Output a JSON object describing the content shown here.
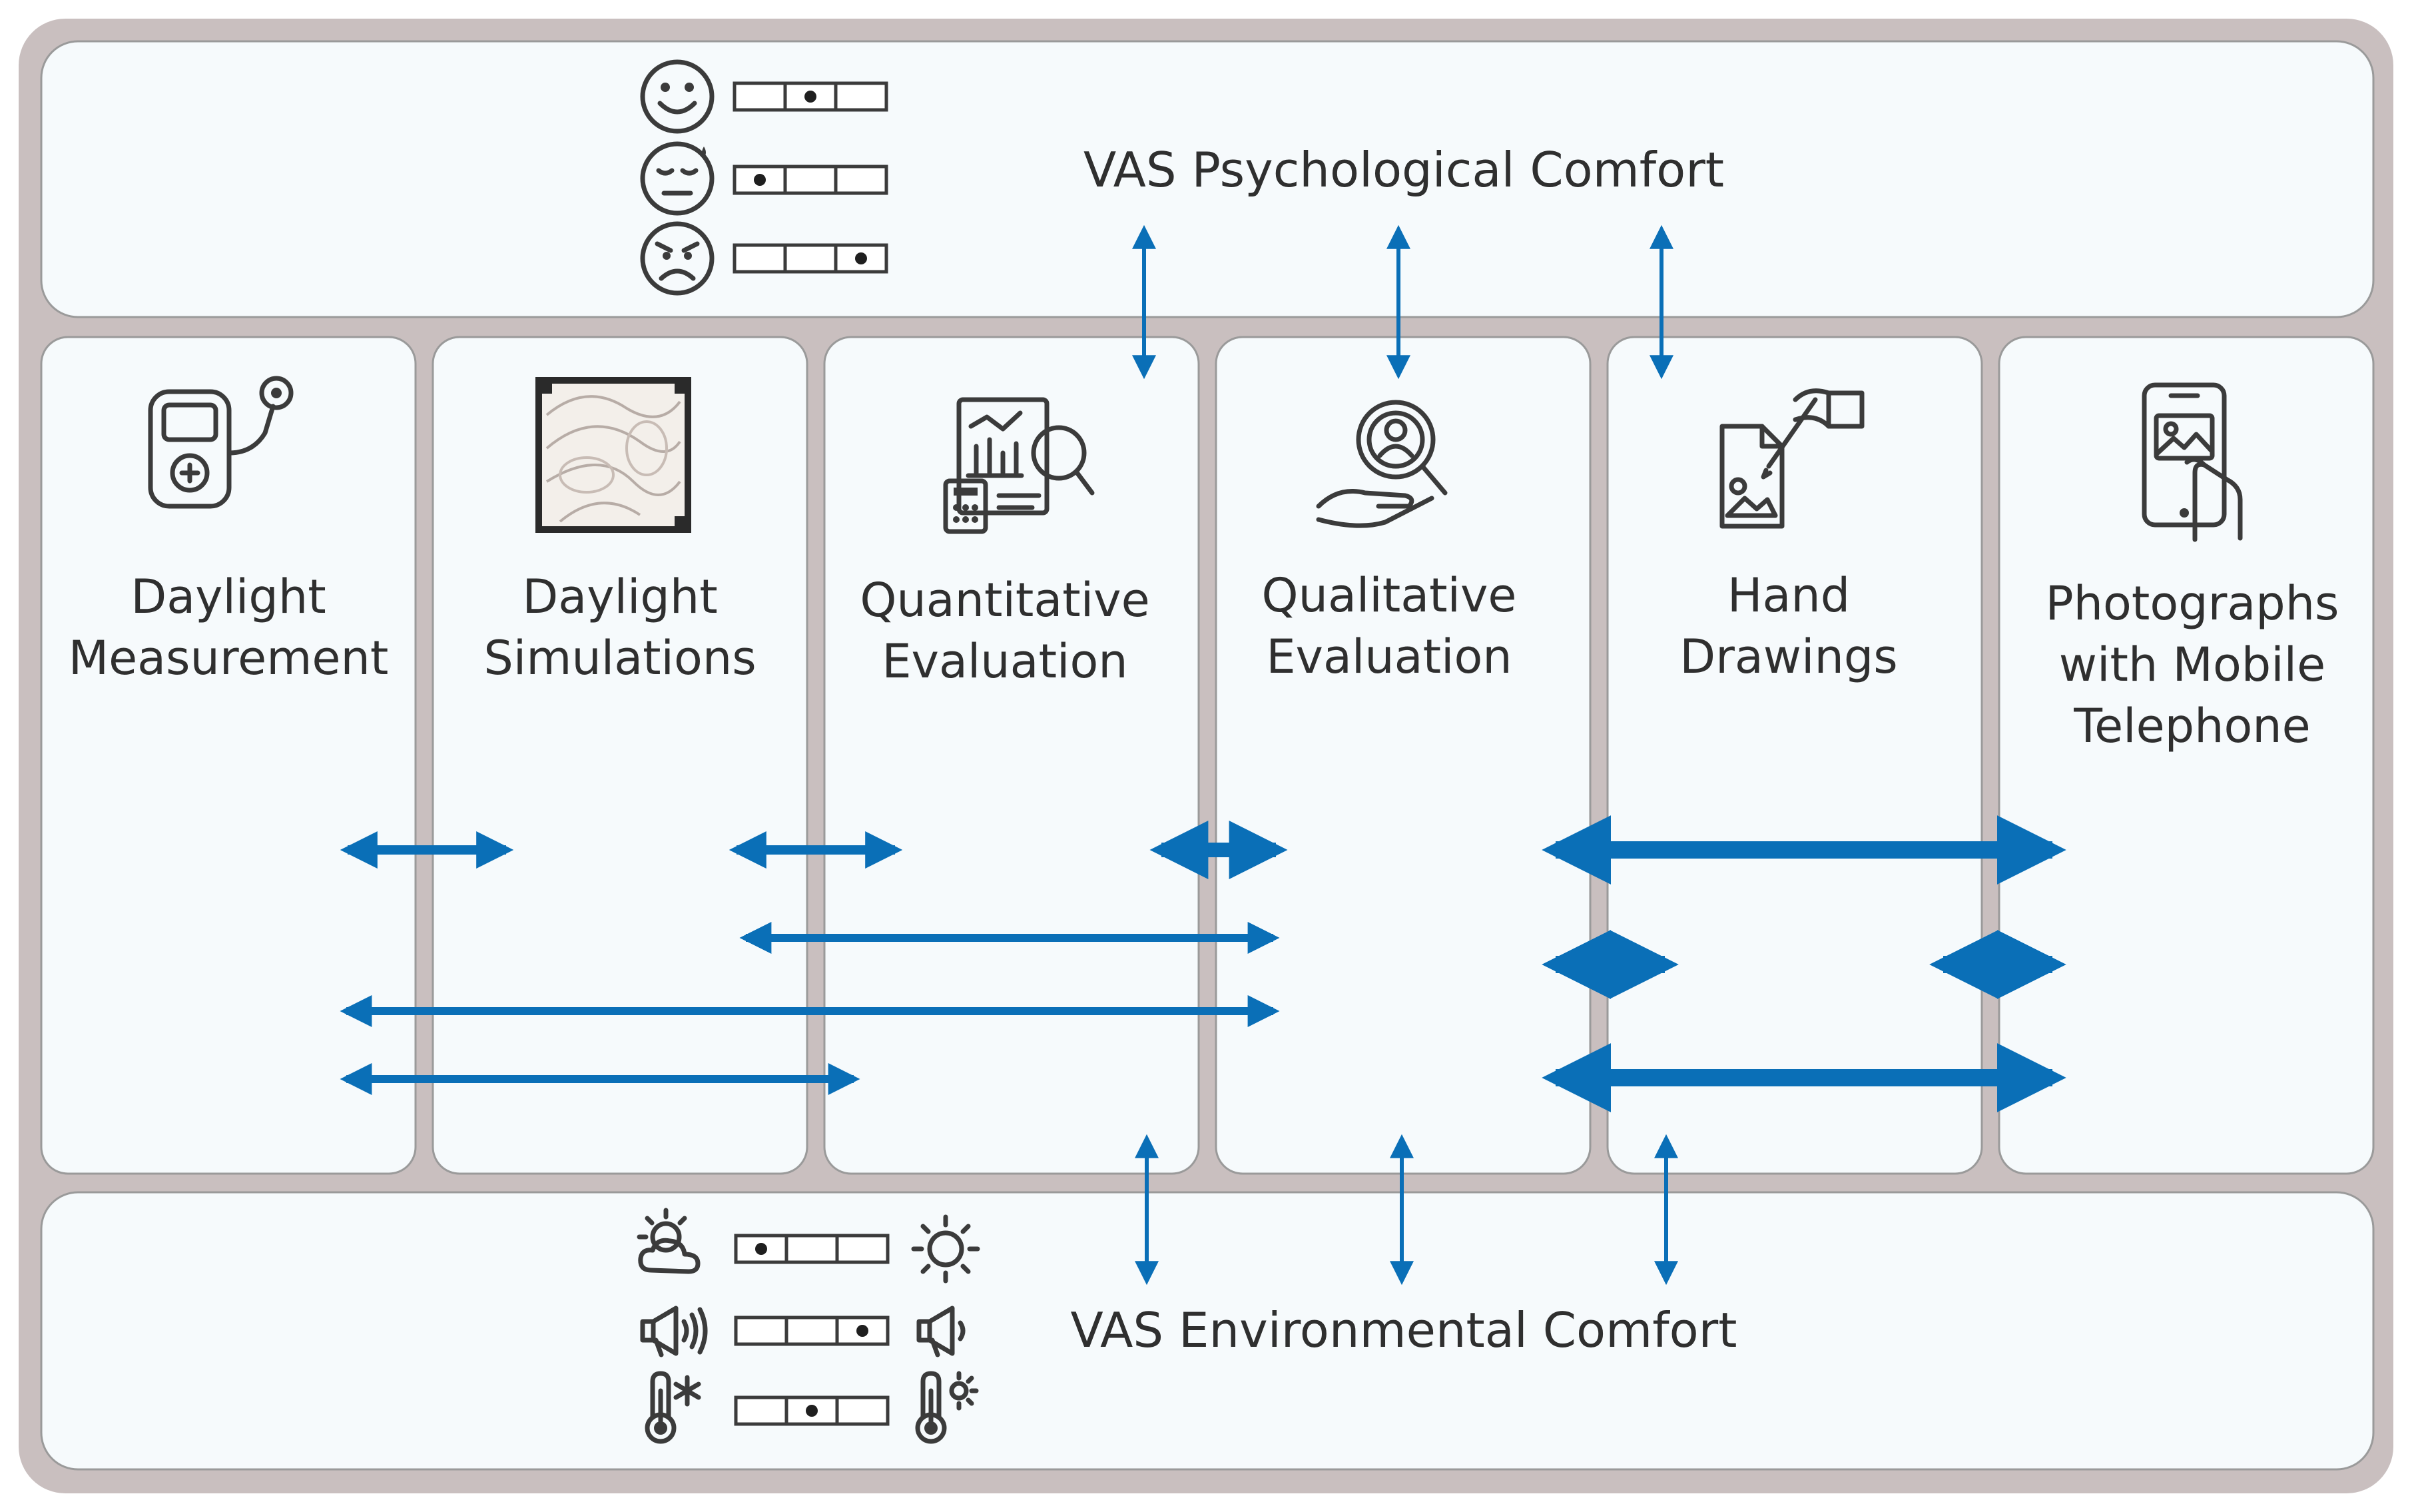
{
  "top_panel": {
    "title": "VAS Psychological Comfort",
    "scales": [
      {
        "icon": "smiley-face-icon",
        "marker": 2
      },
      {
        "icon": "neutral-face-icon",
        "marker": 1
      },
      {
        "icon": "sad-face-icon",
        "marker": 3
      }
    ]
  },
  "bottom_panel": {
    "title": "VAS Environmental Comfort",
    "scales": [
      {
        "left_icon": "cloudy-sun-icon",
        "right_icon": "sun-icon",
        "marker": 1
      },
      {
        "left_icon": "loud-speaker-icon",
        "right_icon": "quiet-speaker-icon",
        "marker": 3
      },
      {
        "left_icon": "cold-thermometer-icon",
        "right_icon": "hot-thermometer-icon",
        "marker": 2
      }
    ]
  },
  "columns": [
    {
      "icon": "light-meter-icon",
      "lines": [
        "Daylight",
        "Measurement"
      ]
    },
    {
      "icon": "simulation-map-icon",
      "lines": [
        "Daylight",
        "Simulations"
      ]
    },
    {
      "icon": "report-analysis-icon",
      "lines": [
        "Quantitative",
        "Evaluation"
      ]
    },
    {
      "icon": "user-search-icon",
      "lines": [
        "Qualitative",
        "Evaluation"
      ]
    },
    {
      "icon": "hand-drawing-icon",
      "lines": [
        "Hand",
        "Drawings"
      ]
    },
    {
      "icon": "mobile-photo-icon",
      "lines": [
        "Photographs",
        "with Mobile",
        "Telephone"
      ]
    }
  ],
  "colors": {
    "frame": "#c9bfbf",
    "panel": "#f6fafc",
    "arrow": "#0a6fb7",
    "text": "#2f2f2f"
  }
}
